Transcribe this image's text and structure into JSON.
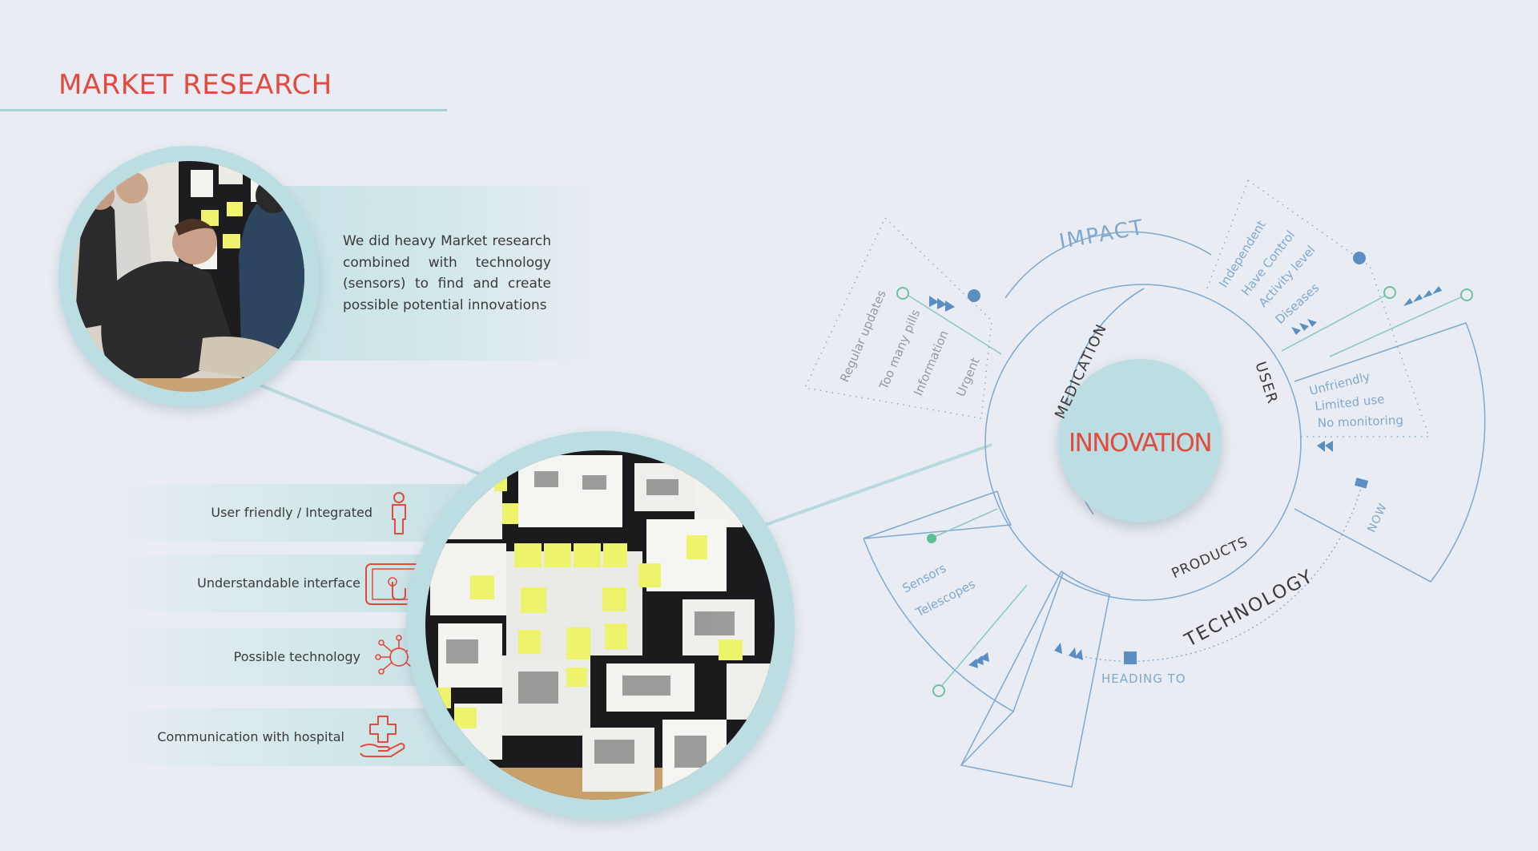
{
  "header": {
    "title": "MARKET RESEARCH"
  },
  "description": "We did heavy Market research combined with technology (sensors) to find and create possible potential innovations",
  "features": [
    {
      "label": "User friendly / Integrated",
      "icon": "person-icon"
    },
    {
      "label": "Understandable interface",
      "icon": "tablet-touch-icon"
    },
    {
      "label": "Possible technology",
      "icon": "circuit-icon"
    },
    {
      "label": "Communication with hospital",
      "icon": "medical-hand-icon"
    }
  ],
  "diagram": {
    "center": "INNOVATION",
    "sectors": {
      "impact": "IMPACT",
      "medication": "MEDICATION",
      "user": "USER",
      "products": "PRODUCTS",
      "technology": "TECHNOLOGY"
    },
    "medication_items": [
      "Regular updates",
      "Too many pills",
      "Information",
      "Urgent"
    ],
    "impact_items": [
      "Independent",
      "Have Control",
      "Activity level",
      "Diseases"
    ],
    "user_items": [
      "Unfriendly",
      "Limited use",
      "No monitoring"
    ],
    "technology_items": [
      "Sensors",
      "Telescopes"
    ],
    "timeline": {
      "now": "NOW",
      "heading_to": "HEADING TO"
    }
  },
  "colors": {
    "accent_red": "#e34a3f",
    "line_blue": "#7fa8cc",
    "teal": "#a5d3d3",
    "dot_blue": "#5b8fc2",
    "dot_green": "#5bbf96"
  }
}
